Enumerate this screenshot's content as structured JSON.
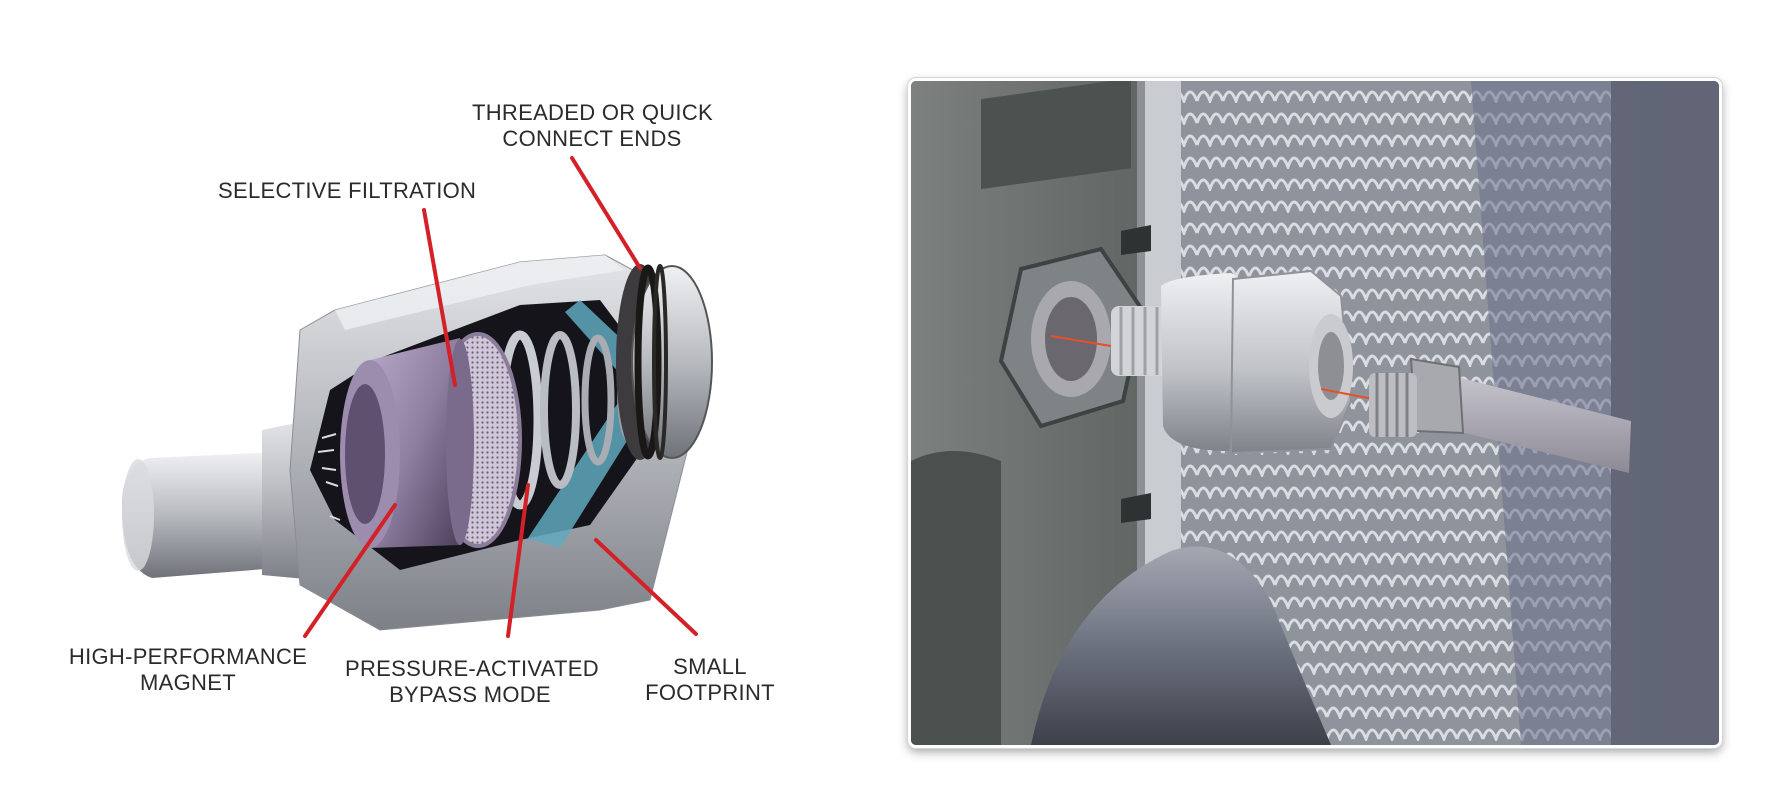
{
  "callouts": {
    "threaded": {
      "line1": "THREADED OR QUICK",
      "line2": "CONNECT ENDS"
    },
    "filtration": {
      "line1": "SELECTIVE FILTRATION"
    },
    "magnet": {
      "line1": "HIGH-PERFORMANCE",
      "line2": "MAGNET"
    },
    "bypass": {
      "line1": "PRESSURE-ACTIVATED",
      "line2": "BYPASS MODE"
    },
    "footprint": {
      "line1": "SMALL",
      "line2": "FOOTPRINT"
    }
  },
  "colors": {
    "leader_line": "#d42027",
    "label_text": "#2b2b2b",
    "metal": "#c4c6ca",
    "metal_dark": "#6b6e74",
    "teal_edge": "#5fa8c0"
  },
  "illustrations": {
    "left": "filter-cutaway-illustration",
    "right": "radiator-installation-illustration"
  }
}
